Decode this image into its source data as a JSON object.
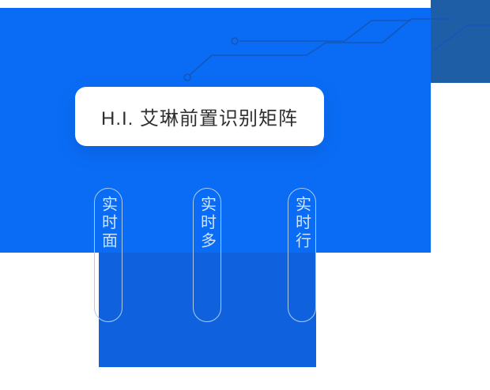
{
  "palette": {
    "main_blue": "#0a6cf5",
    "deep_blue": "#1e5ea7",
    "mid_blue": "#1061dd",
    "trace_blue": "#1457b8",
    "pill_text": "#d9e9ff",
    "pill_border": "#a9ccf4",
    "card_text": "#2f2f2f"
  },
  "card": {
    "title": "H.I. 艾琳前置识别矩阵"
  },
  "pills": [
    {
      "text": "实时面"
    },
    {
      "text": "实时多"
    },
    {
      "text": "实时行"
    }
  ]
}
